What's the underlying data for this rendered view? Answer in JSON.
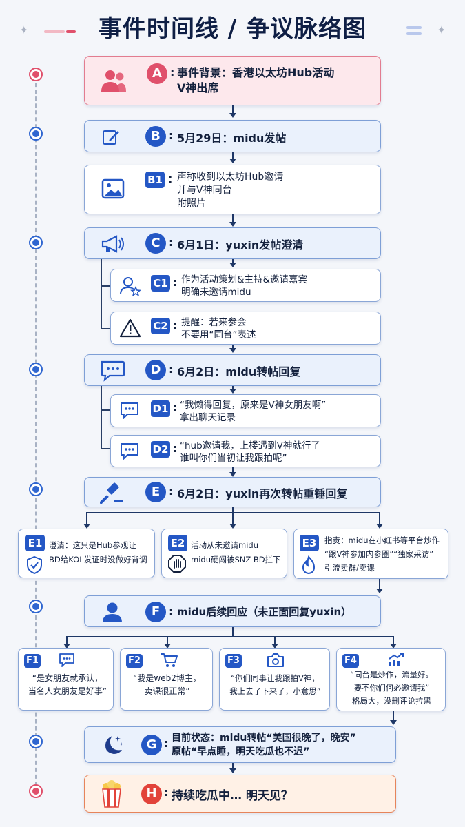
{
  "title": "事件时间线 / 争议脉络图",
  "nodes": {
    "A": {
      "badge": "A",
      "text": "事件背景：香港以太坊Hub活动\nV神出席"
    },
    "B": {
      "badge": "B",
      "text": "5月29日：midu发帖"
    },
    "B1": {
      "badge": "B1",
      "text": "声称收到以太坊Hub邀请\n并与V神同台\n附照片"
    },
    "C": {
      "badge": "C",
      "text": "6月1日：yuxin发帖澄清"
    },
    "C1": {
      "badge": "C1",
      "text": "作为活动策划&主持&邀请嘉宾\n明确未邀请midu"
    },
    "C2": {
      "badge": "C2",
      "text": "提醒：若来参会\n不要用“同台”表述"
    },
    "D": {
      "badge": "D",
      "text": "6月2日：midu转帖回复"
    },
    "D1": {
      "badge": "D1",
      "text": "“我懒得回复，原来是V神女朋友啊”\n拿出聊天记录"
    },
    "D2": {
      "badge": "D2",
      "text": "“hub邀请我，上楼遇到V神就行了\n谁叫你们当初让我跟拍呢”"
    },
    "E": {
      "badge": "E",
      "text": "6月2日：yuxin再次转帖重锤回复"
    },
    "E1": {
      "badge": "E1",
      "text": "澄清：这只是Hub参观证\nBD给KOL发证时没做好背调"
    },
    "E2": {
      "badge": "E2",
      "text": "活动从未邀请midu\nmidu硬闯被SNZ BD拦下"
    },
    "E3": {
      "badge": "E3",
      "text": "指责：midu在小红书等平台炒作\n“跟V神参加内参圈”“独家采访”\n引流卖群/卖课"
    },
    "F": {
      "badge": "F",
      "text": "midu后续回应（未正面回复yuxin）"
    },
    "F1": {
      "badge": "F1",
      "text": "“是女朋友就承认，\n当名人女朋友是好事”"
    },
    "F2": {
      "badge": "F2",
      "text": "“我是web2博主，\n卖课很正常”"
    },
    "F3": {
      "badge": "F3",
      "text": "“你们同事让我跟拍V神，\n我上去了下来了，小意思”"
    },
    "F4": {
      "badge": "F4",
      "text": "“同台是炒作，流量好。\n要不你们何必邀请我”\n格局大，没删评论拉黑"
    },
    "G": {
      "badge": "G",
      "text": "目前状态：midu转帖“美国很晚了，晚安”\n原帖“早点睡，明天吃瓜也不迟”"
    },
    "H": {
      "badge": "H",
      "text": "持续吃瓜中… 明天见？"
    }
  },
  "icons": {
    "A": "people-icon",
    "B": "edit-icon",
    "B1": "image-icon",
    "C": "megaphone-icon",
    "C1": "user-star-icon",
    "C2": "warning-icon",
    "D": "chat-icon",
    "D1": "chat-icon",
    "D2": "chat-icon",
    "E": "gavel-icon",
    "E1": "shield-check-icon",
    "E2": "stop-hand-icon",
    "E3": "fire-icon",
    "F": "person-icon",
    "F1": "chat-icon",
    "F2": "cart-icon",
    "F3": "camera-icon",
    "F4": "trend-icon",
    "G": "moon-icon",
    "H": "popcorn-icon"
  },
  "colors": {
    "primary": "#2457c5",
    "accent_red": "#e0506b",
    "accent_orange": "#e2433a",
    "card_bg": "#eaf1fc"
  }
}
